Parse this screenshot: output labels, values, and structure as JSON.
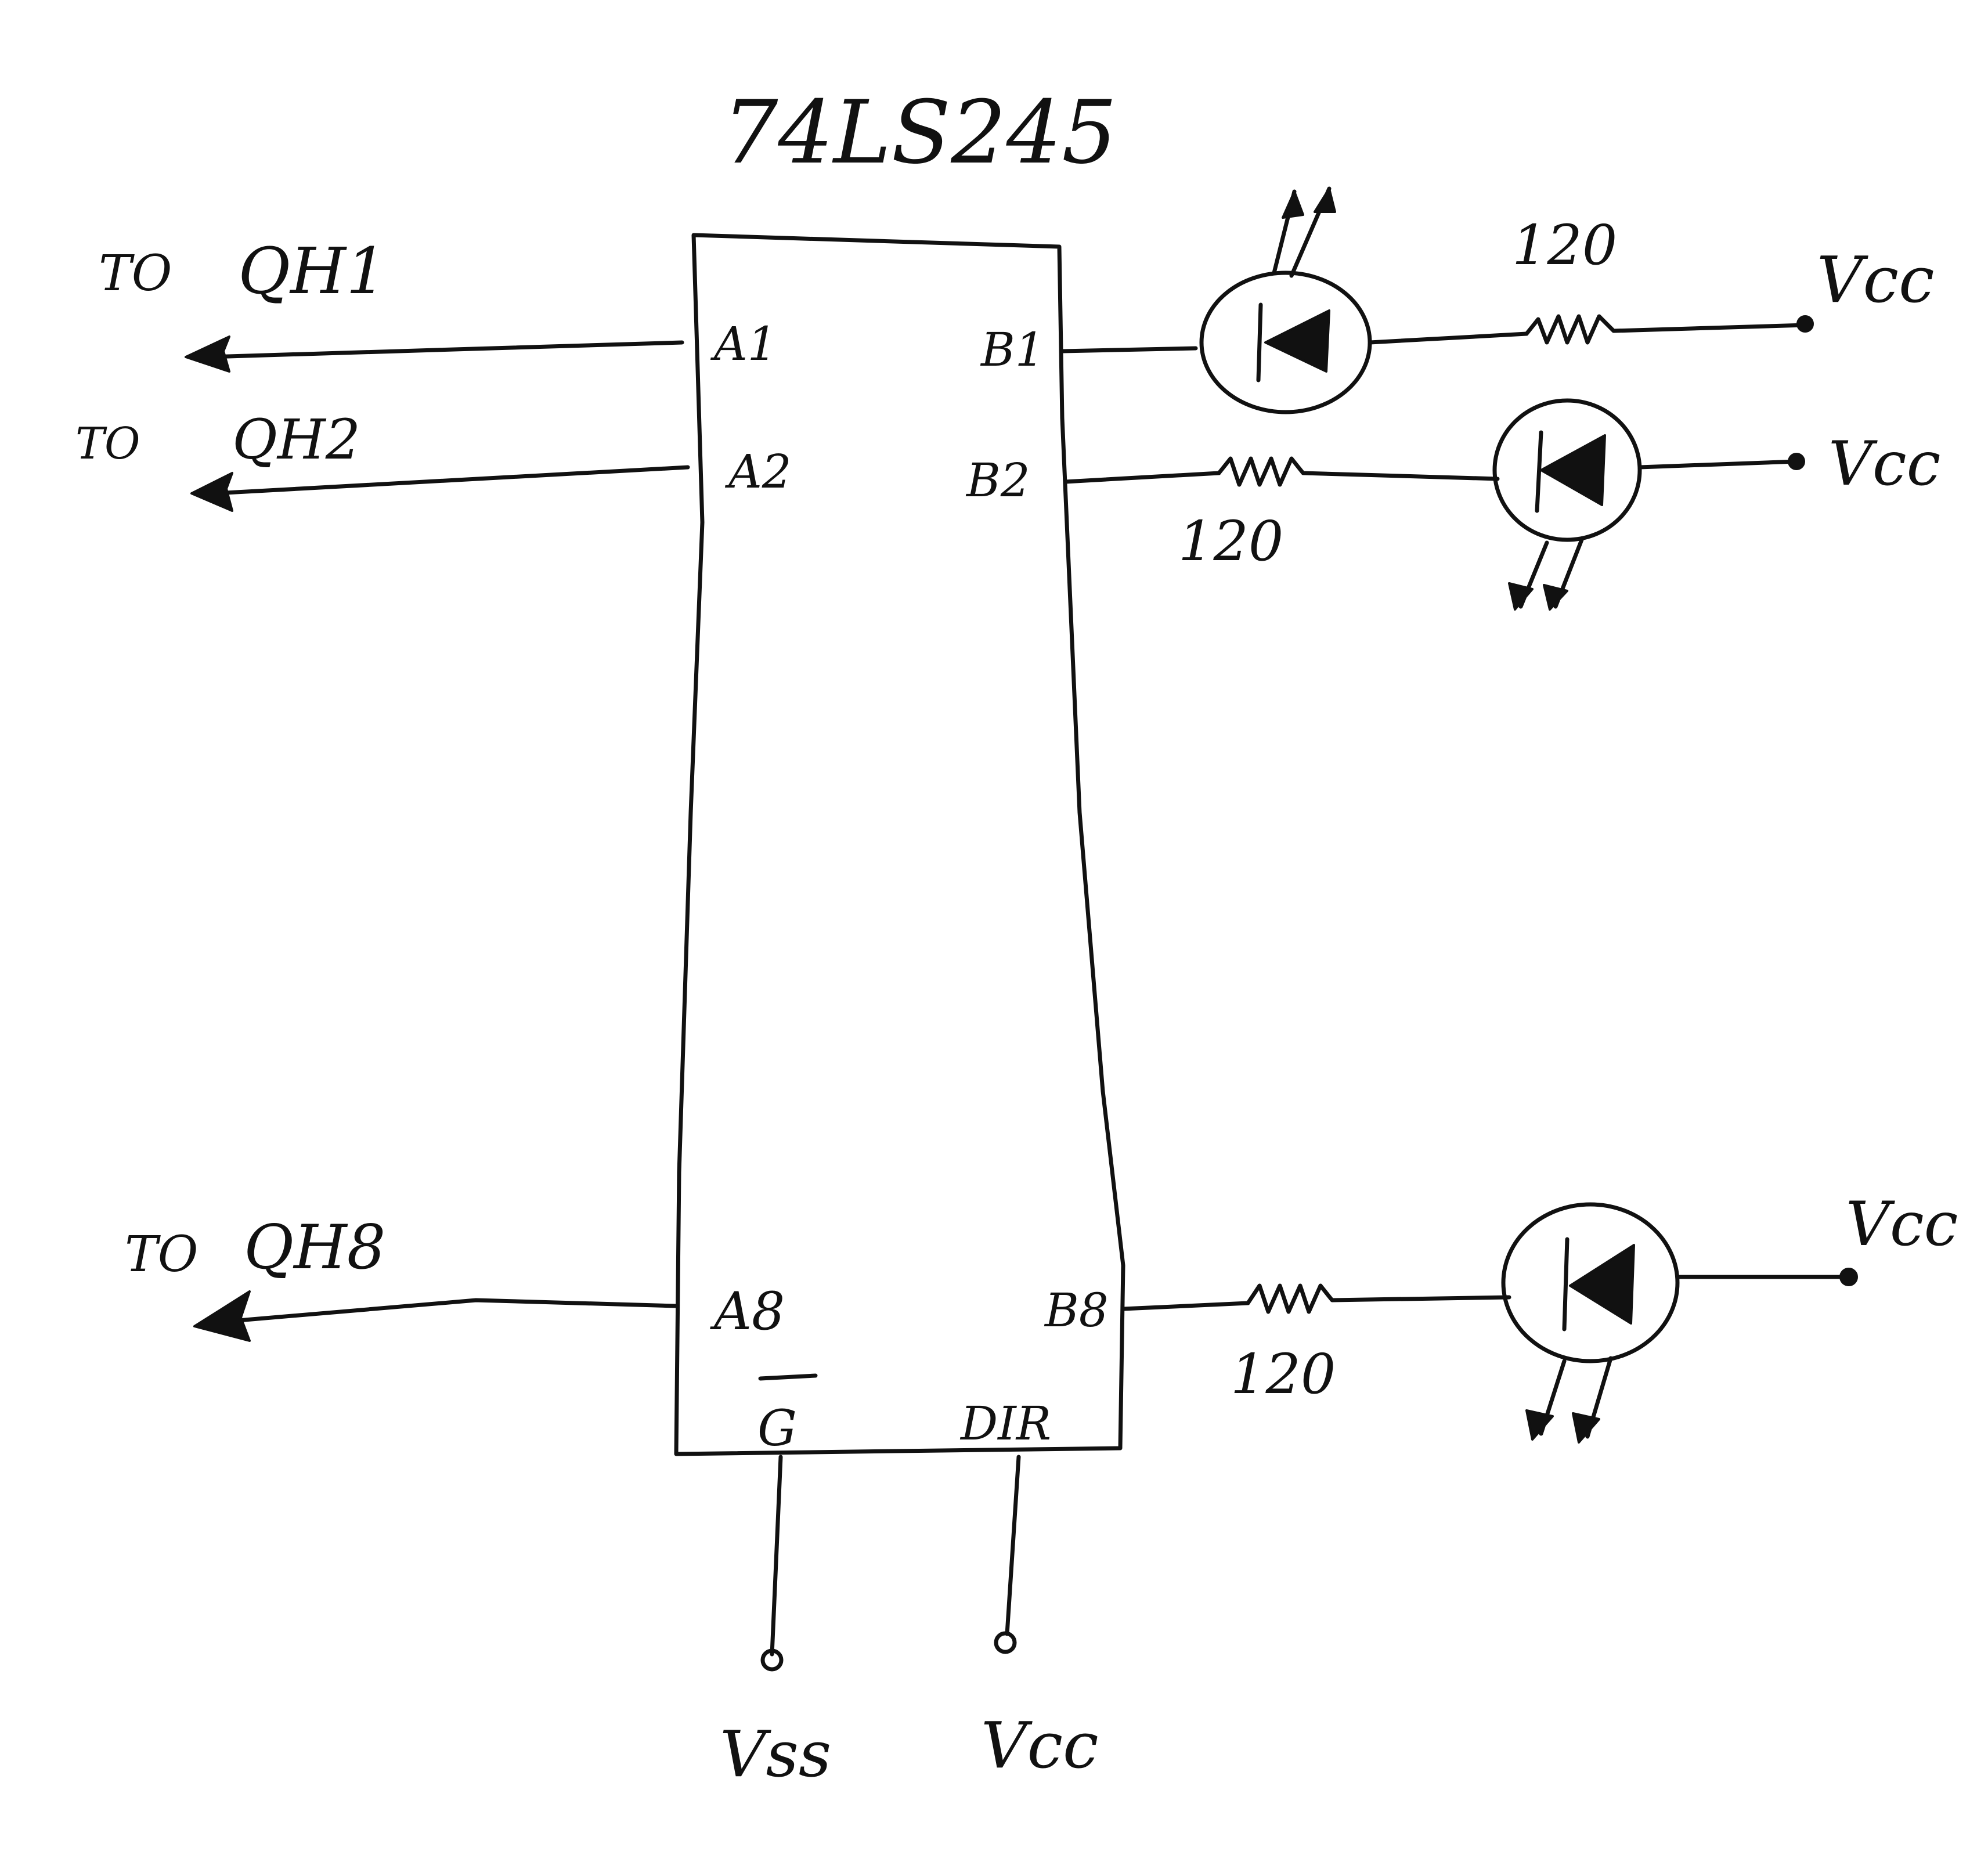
{
  "chip": {
    "title": "74LS245"
  },
  "pins": {
    "a1": "A1",
    "a2": "A2",
    "a8": "A8",
    "b1": "B1",
    "b2": "B2",
    "b8": "B8",
    "g": "G",
    "dir": "DIR"
  },
  "outputs": {
    "qh1": {
      "prefix": "TO",
      "label": "QH1"
    },
    "qh2": {
      "prefix": "TO",
      "label": "QH2"
    },
    "qh8": {
      "prefix": "TO",
      "label": "QH8"
    }
  },
  "resistors": {
    "r1": "120",
    "r2": "120",
    "r8": "120"
  },
  "supplies": {
    "vcc_1": "Vcc",
    "vcc_2": "Vcc",
    "vcc_8": "Vcc",
    "vss": "Vss",
    "vcc_dir": "Vcc"
  },
  "colors": {
    "ink": "#111111",
    "paper": "#ffffff"
  }
}
